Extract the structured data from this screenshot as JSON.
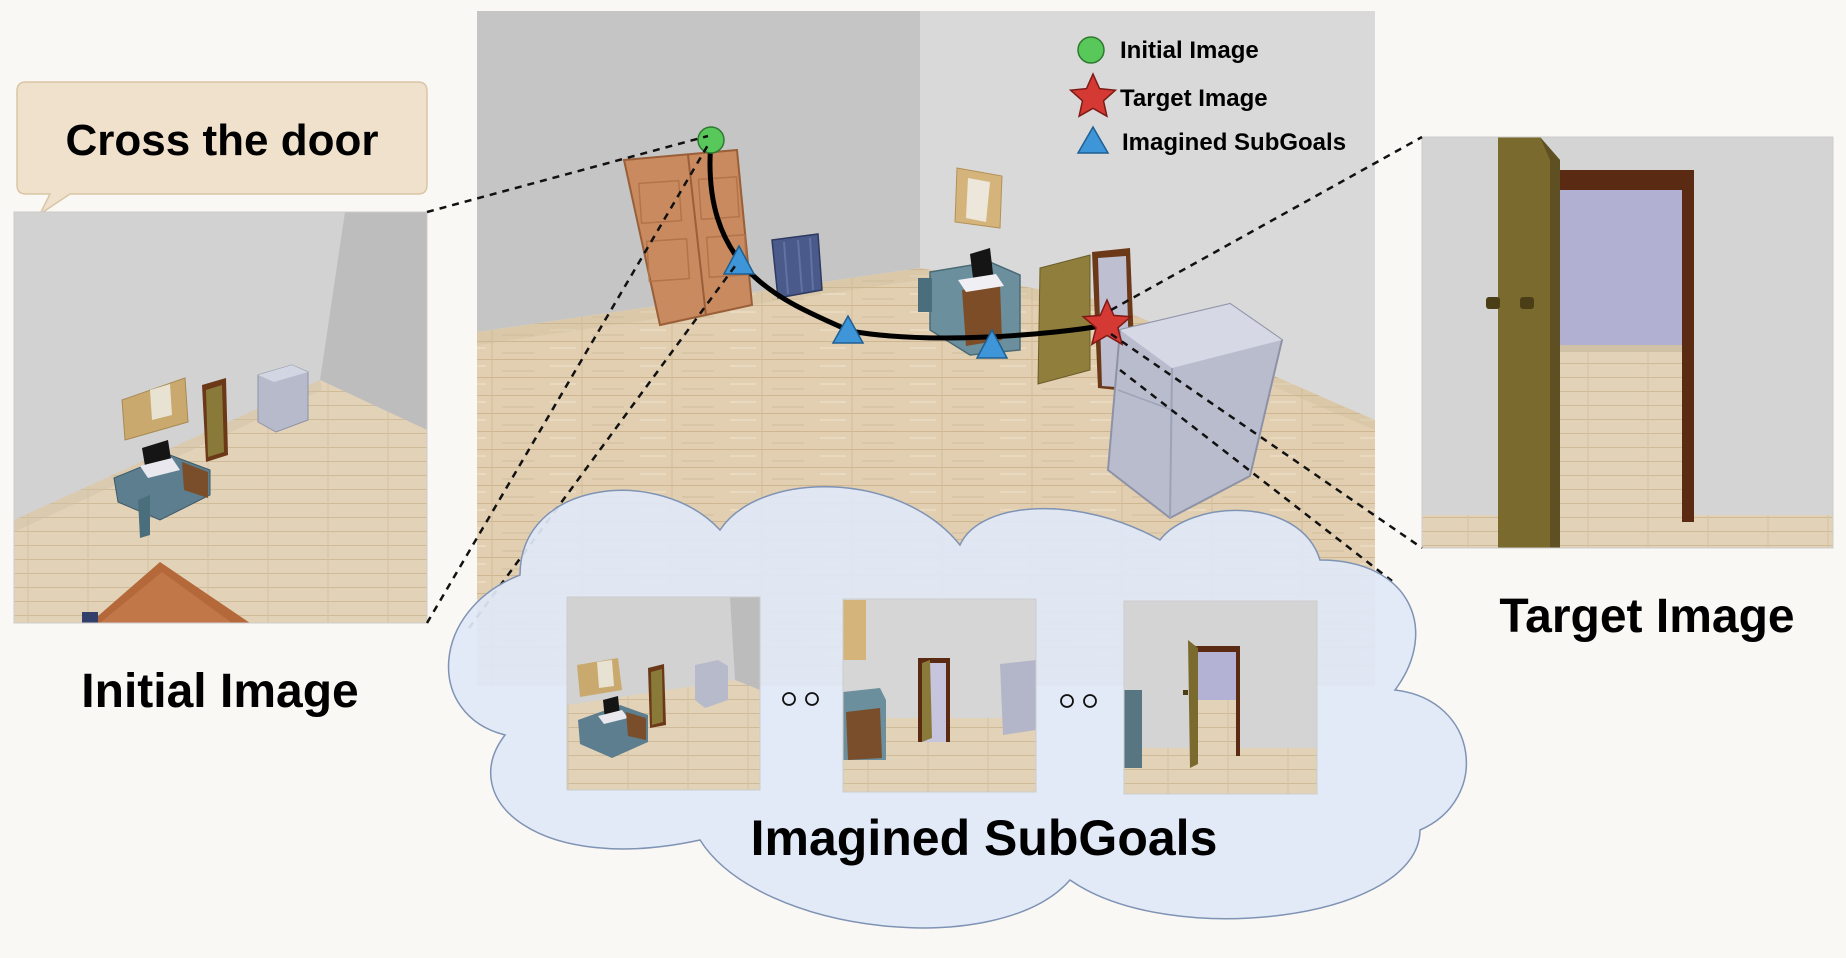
{
  "instruction": {
    "text": "Cross the door"
  },
  "labels": {
    "initial": "Initial Image",
    "target": "Target Image",
    "subgoals": "Imagined SubGoals"
  },
  "legend": {
    "items": [
      {
        "label": "Initial Image",
        "marker": "circle",
        "color": "#59c85a"
      },
      {
        "label": "Target Image",
        "marker": "star",
        "color": "#d43a33"
      },
      {
        "label": "Imagined SubGoals",
        "marker": "triangle",
        "color": "#3e95d8"
      }
    ]
  },
  "colors": {
    "bubble": "#efe1cb",
    "cloud": "#e3ebf7",
    "floor": "#dfccb0",
    "wall": "#d7d7d7",
    "door": "#7a6a2e",
    "door_frame": "#5a2a12"
  }
}
